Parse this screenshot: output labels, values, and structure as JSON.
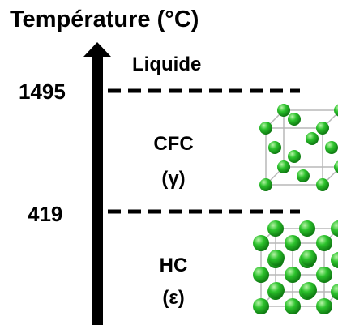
{
  "title": "Température (°C)",
  "axis": {
    "ticks": [
      {
        "label": "1495"
      },
      {
        "label": "419"
      }
    ]
  },
  "phases": {
    "liquid": {
      "label": "Liquide"
    },
    "fcc": {
      "name": "CFC",
      "symbol": "(γ)"
    },
    "hcp": {
      "name": "HC",
      "symbol": "(ε)"
    }
  },
  "colors": {
    "atom": "#2cc22c",
    "lattice": "#b8b8b8",
    "line": "#000000"
  }
}
